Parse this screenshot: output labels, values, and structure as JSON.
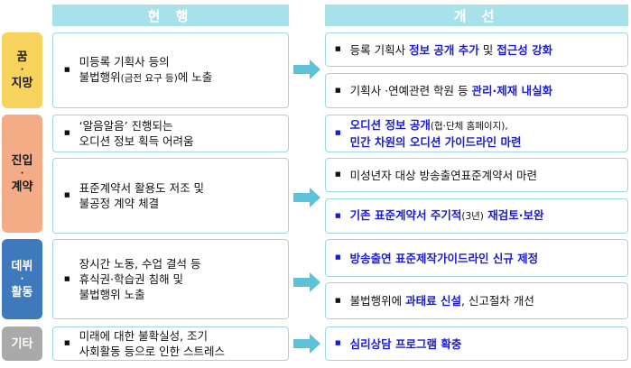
{
  "headers": {
    "current": "현 행",
    "improve": "개 선"
  },
  "colors": {
    "header_bg": "#a7e2ea",
    "cat_dream": "#f7d25c",
    "cat_entry": "#f4ac86",
    "cat_debut": "#3e79bd",
    "cat_etc": "#a9a9a9",
    "box_border": "#9dd6e2",
    "highlight": "#1b1bd6",
    "arrow": "#5cc3d6"
  },
  "categories": {
    "dream": {
      "line1": "꿈",
      "sep": "·",
      "line2": "지망"
    },
    "entry": {
      "line1": "진입",
      "sep": "·",
      "line2": "계약"
    },
    "debut": {
      "line1": "데뷔",
      "sep": "·",
      "line2": "활동"
    },
    "etc": {
      "line1": "기타"
    }
  },
  "current": {
    "c1": {
      "line1": "미등록 기획사 등의",
      "line2a": "불법행위",
      "line2b": "(금전 요구 등)",
      "line2c": "에 노출"
    },
    "c2": {
      "line1": "‘알음알음’ 진행되는",
      "line2": "오디션 정보 획득 어려움"
    },
    "c3": {
      "line1": "표준계약서 활용도 저조 및",
      "line2": "불공정 계약 체결"
    },
    "c4": {
      "line1": "장시간 노동, 수업 결석 등",
      "line2": "휴식권·학습권 침해 및",
      "line3": "불법행위 노출"
    },
    "c5": {
      "line1": "미래에 대한 불확실성, 조기",
      "line2": "사회활동 등으로 인한 스트레스"
    }
  },
  "improve": {
    "i1": {
      "a": "등록 기획사 ",
      "b": "정보 공개 추가",
      "c": " 및 ",
      "d": "접근성 강화"
    },
    "i2": {
      "a": "기획사 ·연예관련 학원 등 ",
      "b": "관리·제재 내실화"
    },
    "i3": {
      "a": "오디션 정보 공개",
      "b": "(협·단체 홈페이지),",
      "c": "민간 차원의 오디션 가이드라인 마련"
    },
    "i4": {
      "a": "미성년자 대상 방송출연표준계약서  마련"
    },
    "i5": {
      "a": "기존 표준계약서 주기적",
      "b": "(3년)",
      "c": " 재검토·보완"
    },
    "i6": {
      "a": "방송출연 표준제작가이드라인 신규 제정"
    },
    "i7": {
      "a": "불법행위에 ",
      "b": "과태료 신설",
      "c": ", 신고절차 개선"
    },
    "i8": {
      "a": "심리상담 프로그램 확충"
    }
  }
}
